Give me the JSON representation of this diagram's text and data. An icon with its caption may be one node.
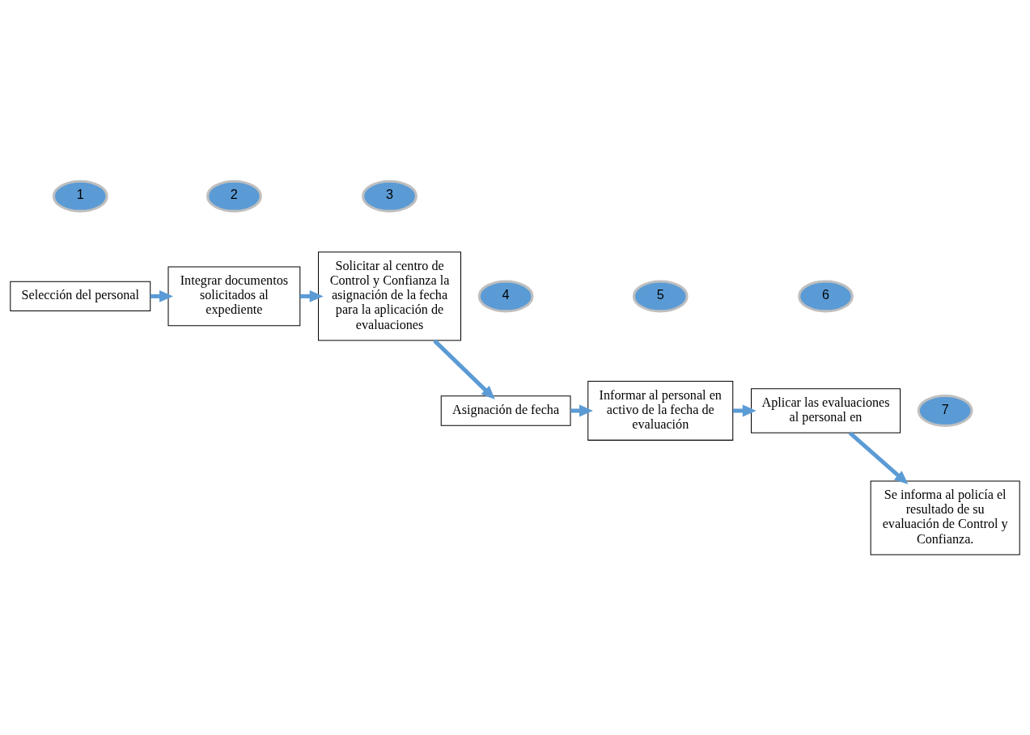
{
  "diagram": {
    "nodes": [
      {
        "text": [
          "1"
        ]
      },
      {
        "text": [
          "Selección del personal"
        ]
      },
      {
        "text": [
          "2"
        ]
      },
      {
        "text": [
          "Integrar documentos solicitados al expediente"
        ]
      },
      {
        "text": [
          "3"
        ]
      },
      {
        "text": [
          "Solicitar al centro de Control y Confianza la asignación de la fecha para la aplicación de evaluaciones"
        ]
      },
      {
        "text": [
          "4"
        ]
      },
      {
        "text": [
          "Asignación de fecha"
        ]
      },
      {
        "text": [
          "5"
        ]
      },
      {
        "text": [
          "Informar al personal en activo de la fecha de evaluación"
        ]
      },
      {
        "text": [
          "6"
        ]
      },
      {
        "text": [
          "Aplicar las evaluaciones al personal en"
        ]
      },
      {
        "text": [
          "7"
        ]
      },
      {
        "text": [
          "Se informa al policía el resultado de su evaluación de Control y Confianza."
        ]
      }
    ],
    "edges": [
      {
        "from": 1,
        "to": 3,
        "arrow": "to"
      },
      {
        "from": 3,
        "to": 5,
        "arrow": "to"
      },
      {
        "from": 5,
        "to": 7,
        "arrow": "to"
      },
      {
        "from": 7,
        "to": 9,
        "arrow": "to"
      },
      {
        "from": 9,
        "to": 11,
        "arrow": "to"
      },
      {
        "from": 11,
        "to": 13,
        "arrow": "to"
      }
    ]
  }
}
